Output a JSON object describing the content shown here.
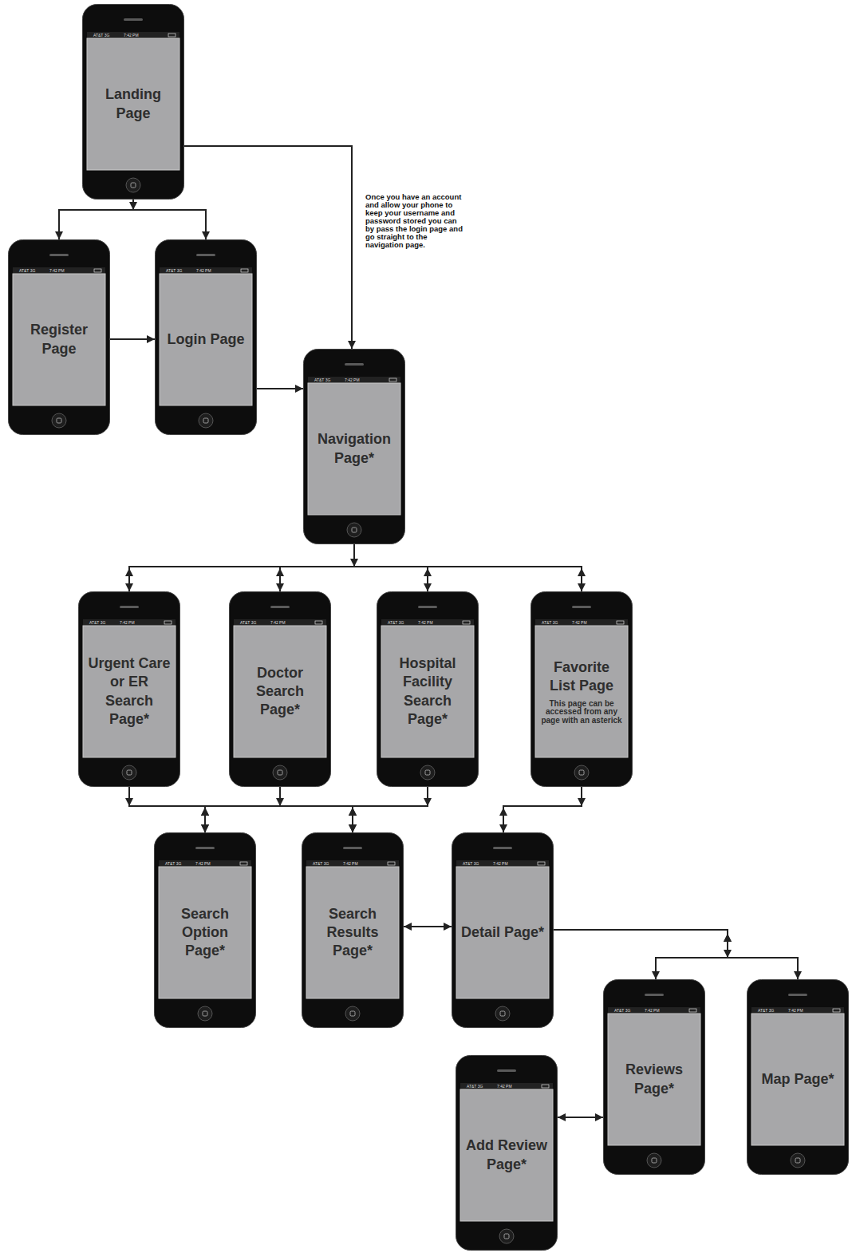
{
  "diagram": {
    "nodes": [
      {
        "text": [
          "Landing Page"
        ]
      },
      {
        "text": [
          "Register Page"
        ]
      },
      {
        "text": [
          "Login Page"
        ]
      },
      {
        "text": [
          "Navigation Page*"
        ]
      },
      {
        "text": [
          "Urgent Care or ER Search Page*"
        ]
      },
      {
        "text": [
          "Doctor Search Page*"
        ]
      },
      {
        "text": [
          "Hospital Facility Search Page*"
        ]
      },
      {
        "text": [
          "Favorite List Page",
          "This page can be accessed from any page with an asterick"
        ]
      },
      {
        "text": [
          "Search Option Page*"
        ]
      },
      {
        "text": [
          "Search Results Page*"
        ]
      },
      {
        "text": [
          "Detail Page*"
        ]
      },
      {
        "text": [
          "Reviews Page*"
        ]
      },
      {
        "text": [
          "Map Page*"
        ]
      },
      {
        "text": [
          "Add Review Page*"
        ]
      }
    ],
    "edges": [
      {
        "from": 0,
        "to": 1,
        "arrow": "to"
      },
      {
        "from": 0,
        "to": 2,
        "arrow": "to"
      },
      {
        "from": 0,
        "to": 3,
        "arrow": "to"
      },
      {
        "from": 1,
        "to": 2,
        "arrow": "to"
      },
      {
        "from": 2,
        "to": 3,
        "arrow": "to"
      },
      {
        "from": 3,
        "to": 4,
        "arrow": "both"
      },
      {
        "from": 3,
        "to": 5,
        "arrow": "both"
      },
      {
        "from": 3,
        "to": 6,
        "arrow": "both"
      },
      {
        "from": 3,
        "to": 7,
        "arrow": "both"
      },
      {
        "from": 4,
        "to": 8,
        "arrow": "both"
      },
      {
        "from": 4,
        "to": 9,
        "arrow": "both"
      },
      {
        "from": 5,
        "to": 8,
        "arrow": "both"
      },
      {
        "from": 5,
        "to": 9,
        "arrow": "both"
      },
      {
        "from": 6,
        "to": 8,
        "arrow": "both"
      },
      {
        "from": 6,
        "to": 9,
        "arrow": "both"
      },
      {
        "from": 7,
        "to": 10,
        "arrow": "both"
      },
      {
        "from": 9,
        "to": 10,
        "arrow": "both"
      },
      {
        "from": 10,
        "to": 11,
        "arrow": "both"
      },
      {
        "from": 10,
        "to": 12,
        "arrow": "both"
      },
      {
        "from": 11,
        "to": 13,
        "arrow": "both"
      }
    ],
    "labels": [
      "Once you have an account and allow your phone to keep your username and password stored you can by pass the login page and go straight to the navigation page.",
      "AT&T 3G",
      "7:42 PM",
      "AT&T 3G",
      "7:42 PM",
      "AT&T 3G",
      "7:42 PM",
      "AT&T 3G",
      "7:42 PM",
      "AT&T 3G",
      "7:42 PM",
      "AT&T 3G",
      "7:42 PM",
      "AT&T 3G",
      "7:42 PM",
      "AT&T 3G",
      "7:42 PM",
      "AT&T 3G",
      "7:42 PM",
      "AT&T 3G",
      "7:42 PM",
      "AT&T 3G",
      "7:42 PM",
      "AT&T 3G",
      "7:42 PM",
      "AT&T 3G",
      "7:42 PM",
      "AT&T 3G",
      "7:42 PM"
    ]
  }
}
